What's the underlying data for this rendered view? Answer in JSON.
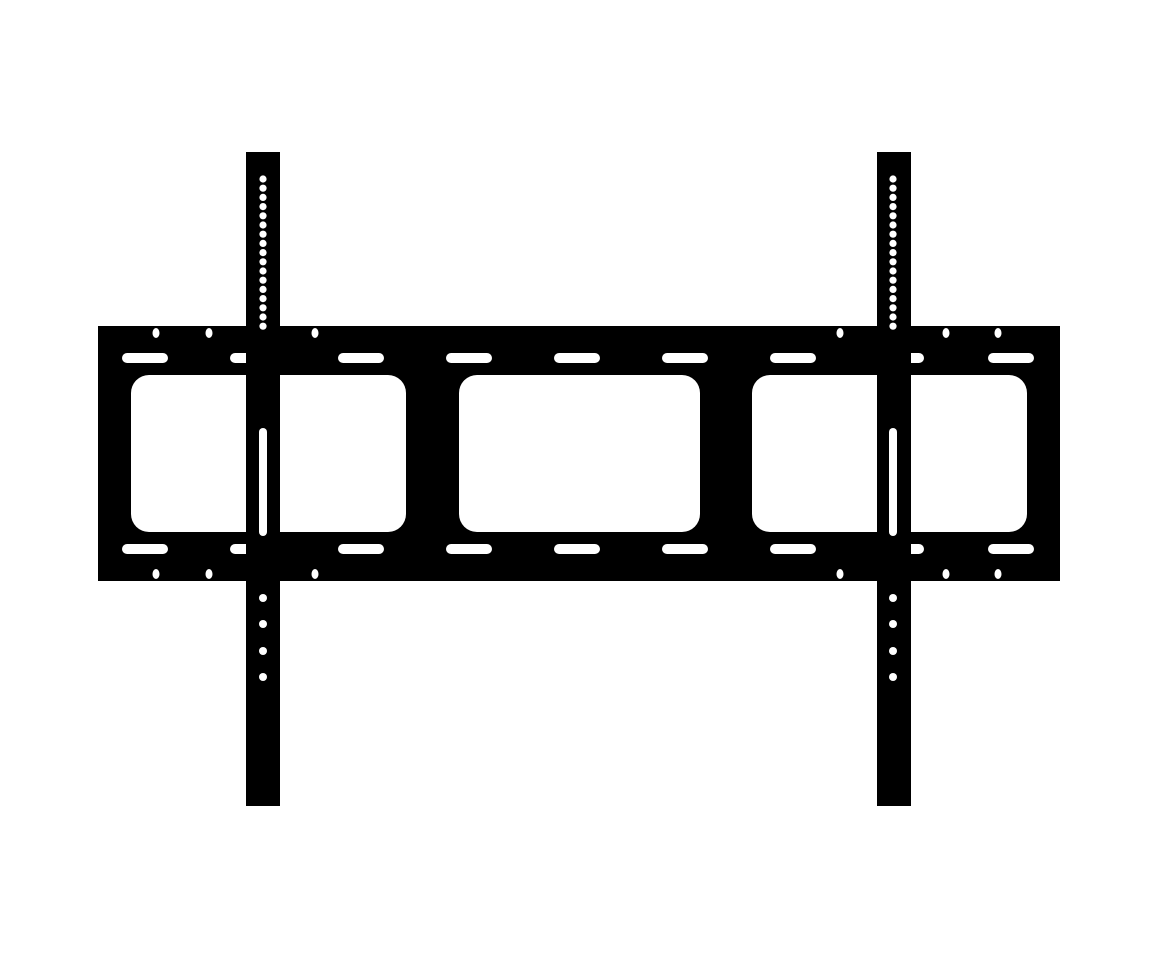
{
  "image": {
    "background_color": "#ffffff",
    "foreground_color": "#000000",
    "hole_color": "#ffffff"
  },
  "mount": {
    "icon": "tv-wall-mount-bracket-icon",
    "window_count": 3,
    "slot_count_per_row": 9,
    "side_hole_count_per_row": 6,
    "arm_count": 2
  }
}
